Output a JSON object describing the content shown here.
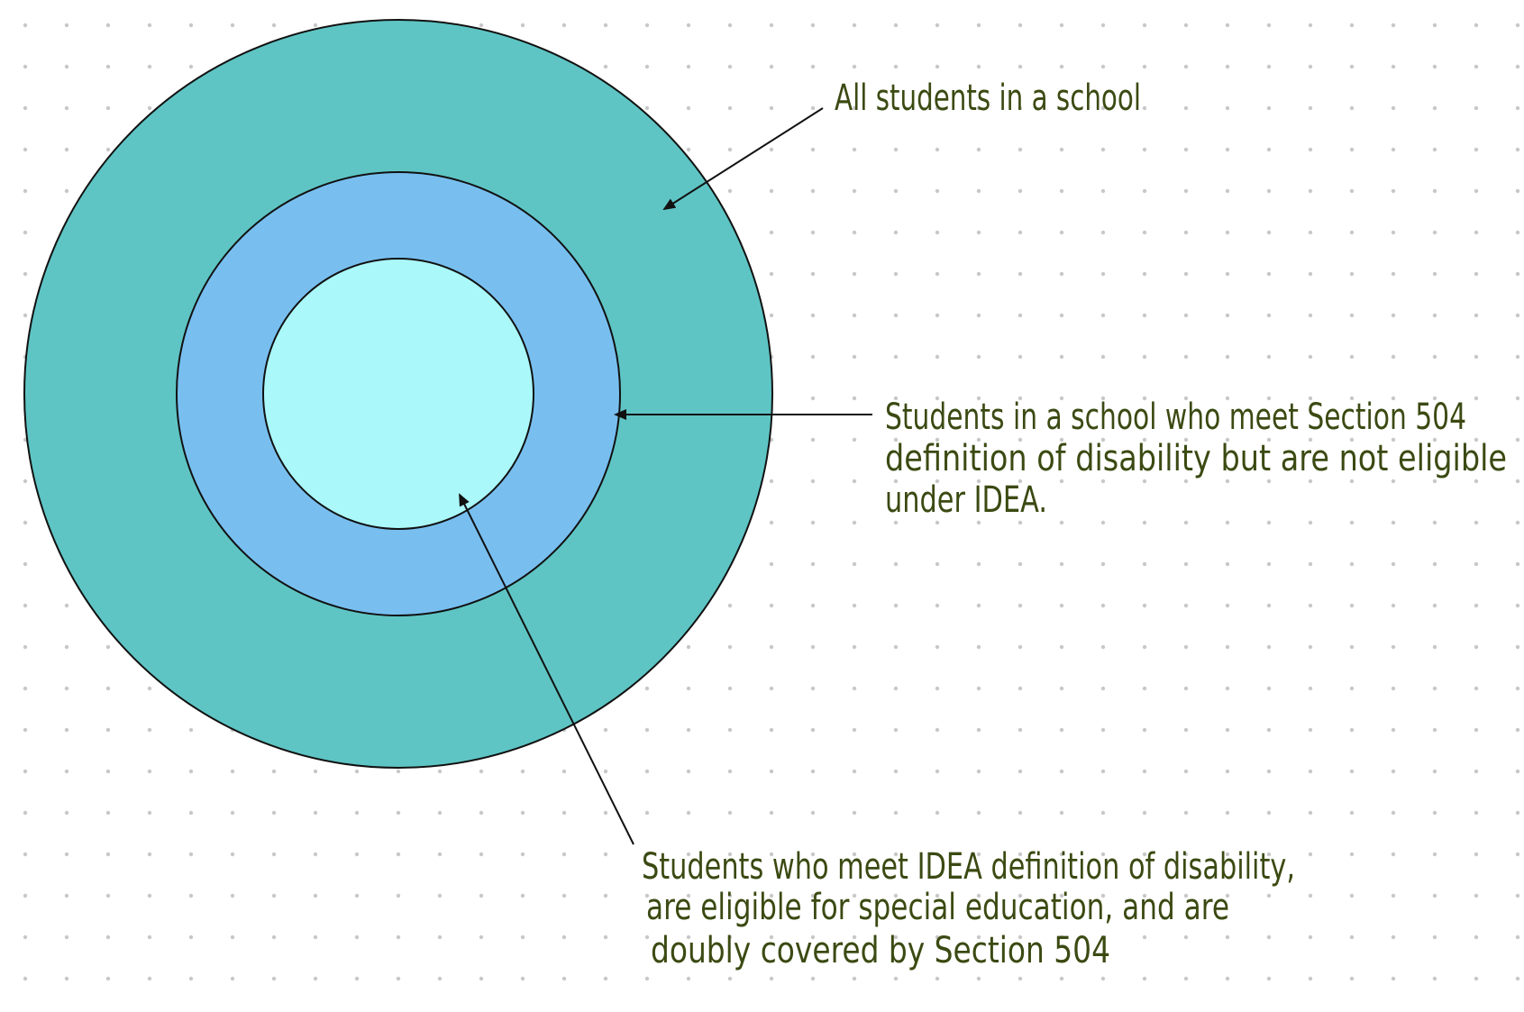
{
  "colors": {
    "background": "#ffffff",
    "dot_grid": "#c8c8c8",
    "outer_circle": "#5ec5c4",
    "middle_circle": "#78bff0",
    "inner_circle": "#aaf8fa",
    "label_text": "#3b4a12",
    "outline": "#111111"
  },
  "labels": {
    "all_students": [
      "All students in a school"
    ],
    "section_504_only": [
      "Students in a school who meet Section 504",
      "definition of disability but are not eligible",
      "under IDEA."
    ],
    "idea_eligible": [
      "Students who meet IDEA definition of disability,",
      "are eligible for special education, and are",
      "doubly covered by Section 504"
    ]
  }
}
